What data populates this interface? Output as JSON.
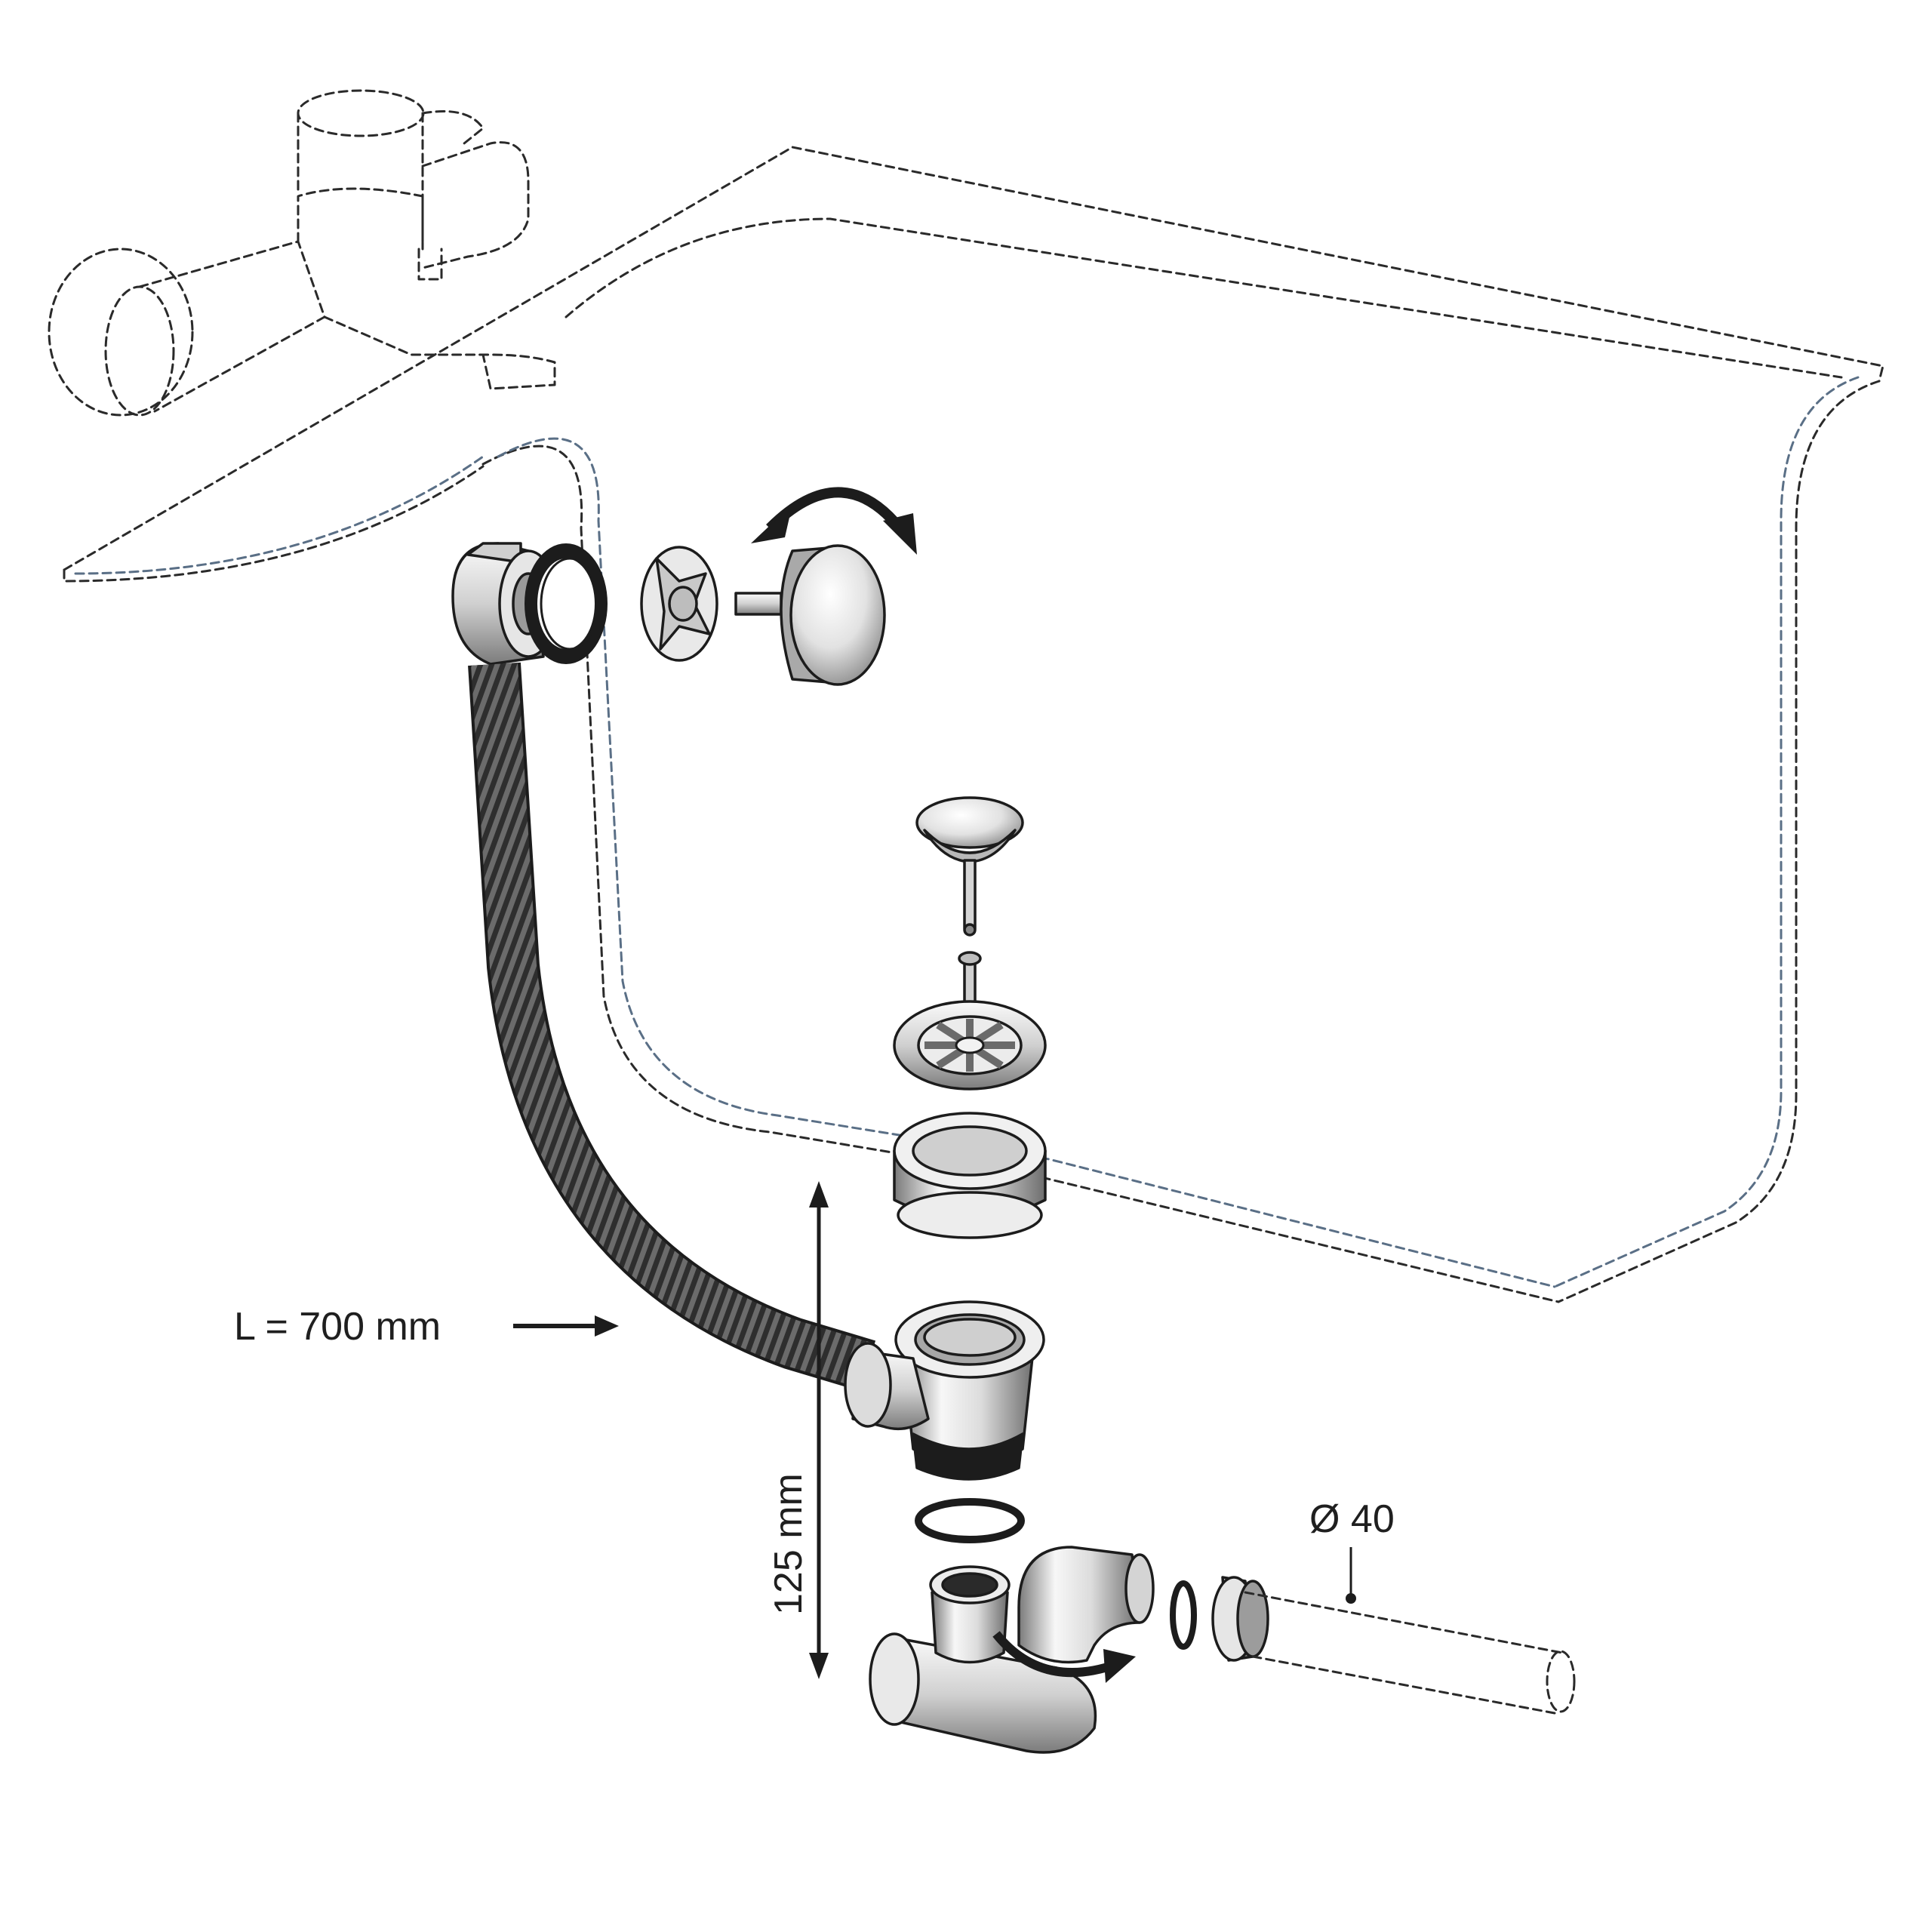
{
  "labels": {
    "hose_length": "L = 700 mm",
    "height": "125 mm",
    "pipe_diameter": "Ø 40"
  },
  "colors": {
    "line": "#1c1c1c",
    "chrome_light": "#f4f4f4",
    "chrome_dark": "#8a8a8a",
    "hose": "#555555",
    "bath_outline": "#2a2a2a",
    "bath_inner": "#5a6f86"
  },
  "icons": {
    "rotate": "curved-double-arrow-icon",
    "turn": "curved-arrow-icon",
    "pointer": "arrow-right-icon"
  }
}
